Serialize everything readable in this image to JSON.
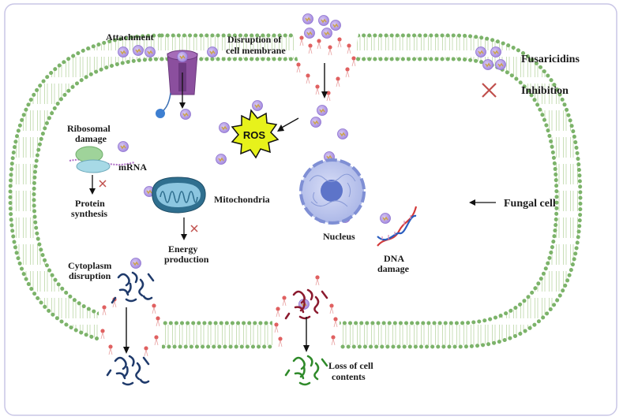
{
  "legend": {
    "fusaricidins": "Fusaricidins",
    "inhibition": "Inhibition"
  },
  "labels": {
    "attachment": "Attachment",
    "disruption_line1": "Disruption of",
    "disruption_line2": "cell membrane",
    "ros": "ROS",
    "ribosomal_line1": "Ribosomal",
    "ribosomal_line2": "damage",
    "mrna": "mRNA",
    "protein_line1": "Protein",
    "protein_line2": "synthesis",
    "mitochondria": "Mitochondria",
    "energy_line1": "Energy",
    "energy_line2": "production",
    "nucleus": "Nucleus",
    "dna_line1": "DNA",
    "dna_line2": "damage",
    "fungal_cell": "Fungal cell",
    "cytoplasm_line1": "Cytoplasm",
    "cytoplasm_line2": "disruption",
    "loss_line1": "Loss of cell",
    "loss_line2": "contents"
  },
  "colors": {
    "membrane_head": "#7cb36a",
    "membrane_tail": "#c9dfb8",
    "fusaricidin_fill": "#b8a2e6",
    "fusaricidin_core": "#c9a24a",
    "inhibition_x": "#c0504d",
    "ros_fill": "#e7f21b",
    "channel": "#8b4f9e",
    "mitochondria": "#2f6f8f",
    "nucleus": "#aab6e8",
    "debris_dark": "#1f3a6b",
    "debris_red": "#8b1a2e",
    "debris_green": "#2f8a2a",
    "lipid_red": "#e06060"
  }
}
